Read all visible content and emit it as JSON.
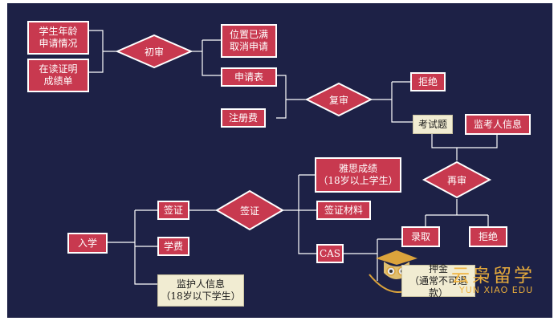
{
  "nodes": {
    "age": "学生年龄\n申请情况",
    "study_cert": "在读证明\n成绩单",
    "first_review": "初审",
    "full": "位置已满\n取消申请",
    "form": "申请表",
    "reg_fee": "注册费",
    "second_review": "复审",
    "reject1": "拒绝",
    "exam": "考试题",
    "invig": "监考人信息",
    "re_review": "再审",
    "ielts": "雅思成绩\n（18岁以上学生）",
    "visa_mat": "签证材料",
    "visa_center": "签证",
    "visa": "签证",
    "tuition": "学费",
    "enroll": "入学",
    "cas": "CAS",
    "admit": "录取",
    "reject2": "拒绝",
    "deposit": "押金\n（通常不可退款）",
    "guardian": "监护人信息\n（18岁以下学生）"
  },
  "watermark": {
    "cn": "云枭留学",
    "en": "YUN XIAO EDU"
  },
  "colors": {
    "background": "#1d2146",
    "node": "#c8394f",
    "light_node": "#f1ecd2",
    "watermark": "#f0b23c"
  }
}
